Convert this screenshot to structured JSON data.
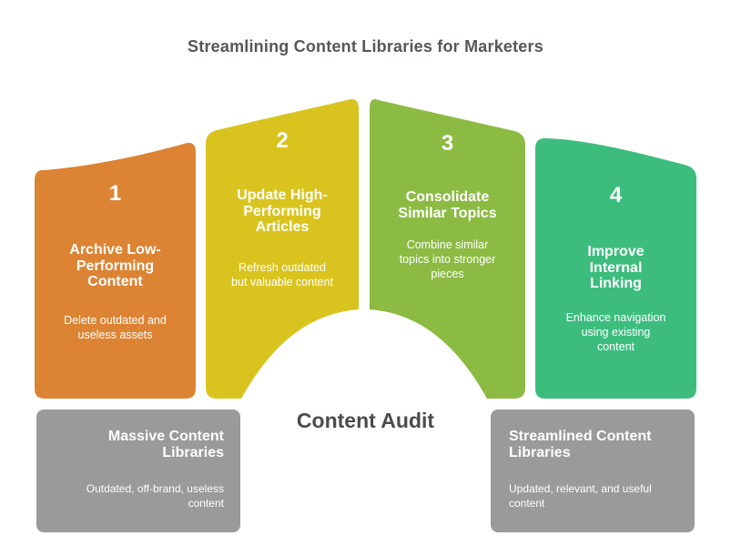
{
  "title": "Streamlining Content Libraries for Marketers",
  "center_label": "Content Audit",
  "colors": {
    "background": "#ffffff",
    "title_text": "#55575a",
    "center_label_text": "#4a4b4d",
    "panel_text": "#ffffff",
    "outcome_box": "#9a9a9a"
  },
  "steps": [
    {
      "number": "1",
      "color": "#dc8434",
      "heading": [
        "Archive Low-",
        "Performing",
        "Content"
      ],
      "body": [
        "Delete outdated and",
        "useless assets"
      ]
    },
    {
      "number": "2",
      "color": "#d9c41f",
      "heading": [
        "Update High-",
        "Performing",
        "Articles"
      ],
      "body": [
        "Refresh outdated",
        "but valuable content"
      ]
    },
    {
      "number": "3",
      "color": "#8cbb43",
      "heading": [
        "Consolidate",
        "Similar Topics"
      ],
      "body": [
        "Combine similar",
        "topics into stronger",
        "pieces"
      ]
    },
    {
      "number": "4",
      "color": "#3cbd7e",
      "heading": [
        "Improve",
        "Internal",
        "Linking"
      ],
      "body": [
        "Enhance navigation",
        "using existing",
        "content"
      ]
    }
  ],
  "outcomes": [
    {
      "heading": [
        "Massive Content",
        "Libraries"
      ],
      "body": [
        "Outdated, off-brand, useless",
        "content"
      ],
      "color": "#9a9a9a"
    },
    {
      "heading": [
        "Streamlined Content",
        "Libraries"
      ],
      "body": [
        "Updated, relevant, and useful",
        "content"
      ],
      "color": "#9a9a9a"
    }
  ]
}
